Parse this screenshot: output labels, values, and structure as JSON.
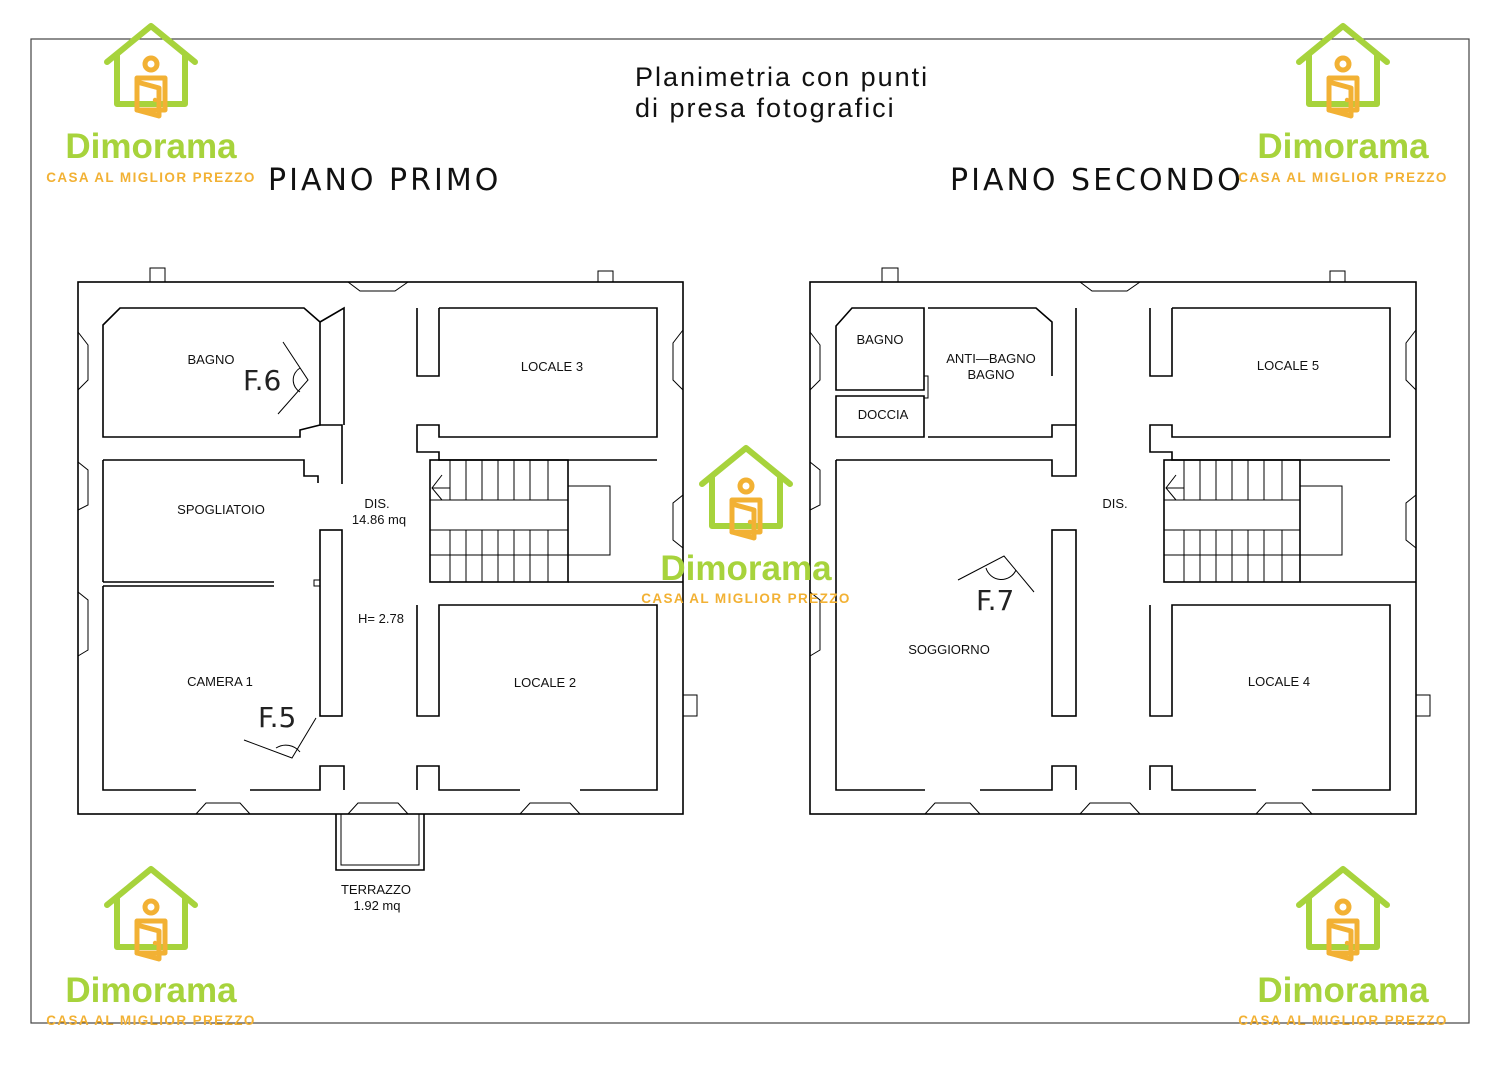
{
  "title": {
    "line1": "Planimetria  con  punti",
    "line2": "di  presa  fotografici"
  },
  "floors": {
    "first": {
      "title": "PIANO  PRIMO",
      "rooms": {
        "bagno": "BAGNO",
        "locale3": "LOCALE  3",
        "spogliatoio": "SPOGLIATOIO",
        "dis": "DIS.",
        "dis_area": "14.86  mq",
        "height": "H=  2.78",
        "camera1": "CAMERA  1",
        "locale2": "LOCALE  2",
        "terrazzo": "TERRAZZO",
        "terrazzo_area": "1.92  mq"
      },
      "photo_points": [
        "F.6",
        "F.5"
      ]
    },
    "second": {
      "title": "PIANO  SECONDO",
      "rooms": {
        "bagno": "BAGNO",
        "antibagno1": "ANTI—BAGNO",
        "antibagno2": "BAGNO",
        "doccia": "DOCCIA",
        "locale5": "LOCALE  5",
        "dis": "DIS.",
        "soggiorno": "SOGGIORNO",
        "locale4": "LOCALE  4"
      },
      "photo_points": [
        "F.7"
      ]
    }
  },
  "watermark": {
    "name": "Dimorama",
    "tagline": "CASA AL MIGLIOR PREZZO",
    "colors": {
      "green": "#a7d33c",
      "orange": "#f2b134"
    },
    "icon": "house-person-icon"
  }
}
